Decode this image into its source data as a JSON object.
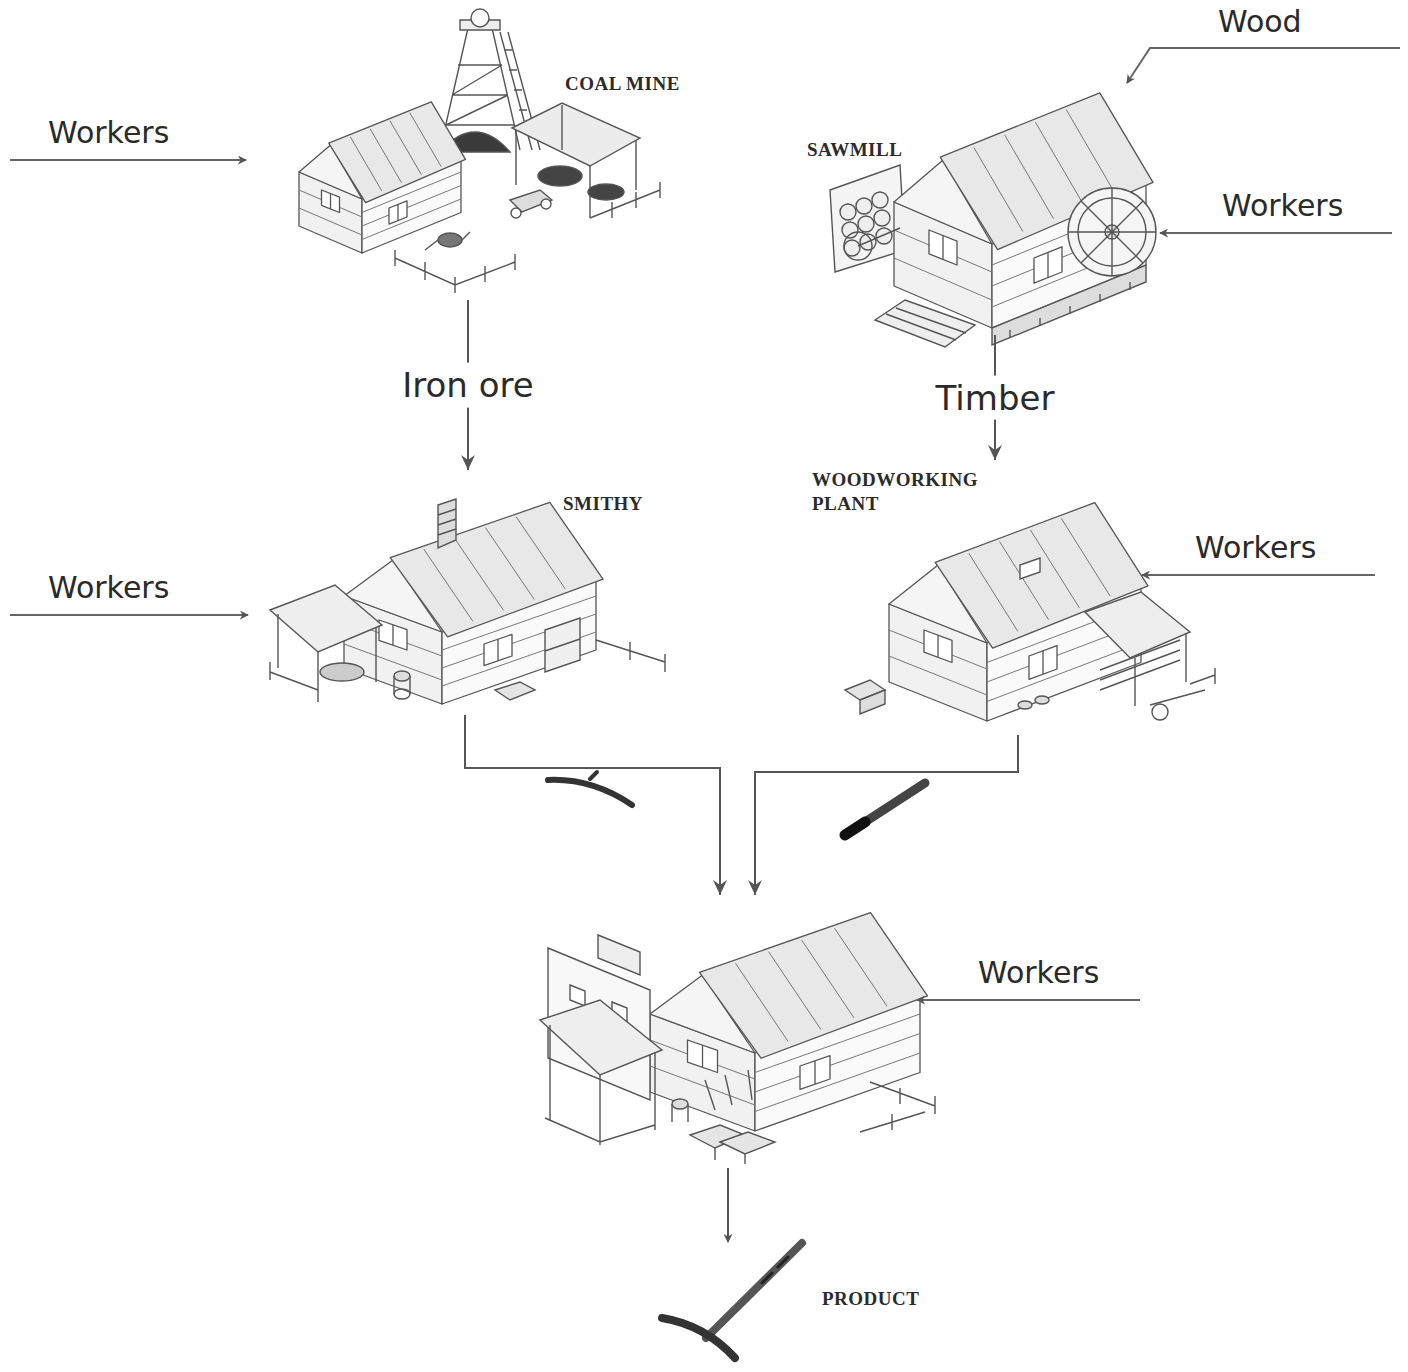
{
  "diagram": {
    "nodes": [
      {
        "text": [
          "COAL MINE"
        ]
      },
      {
        "text": [
          "SAWMILL"
        ]
      },
      {
        "text": [
          "SMITHY"
        ]
      },
      {
        "text": [
          "WOODWORKING PLANT"
        ]
      },
      {
        "text": [
          "PRODUCT"
        ]
      }
    ],
    "edges": [
      {
        "from": 0,
        "to": 2,
        "label": "Iron ore",
        "arrow": "to"
      },
      {
        "from": 1,
        "to": 3,
        "label": "Timber",
        "arrow": "to"
      },
      {
        "from": 2,
        "to": 4,
        "arrow": "to"
      },
      {
        "from": 3,
        "to": 4,
        "arrow": "to"
      }
    ],
    "labels": [
      "Wood",
      "Workers",
      "Workers",
      "Workers",
      "Workers",
      "Workers"
    ]
  }
}
